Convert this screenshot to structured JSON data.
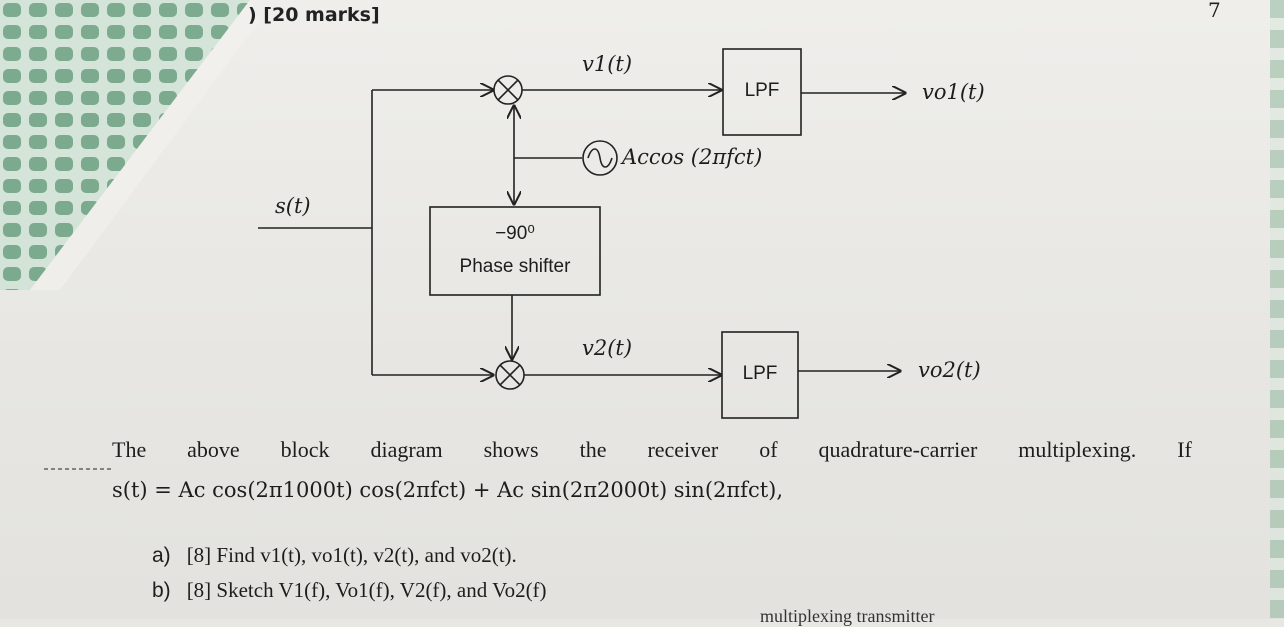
{
  "header": {
    "marks": ") [20 marks]",
    "page_number": "7"
  },
  "diagram": {
    "input_label": "s(t)",
    "v1_label": "v1(t)",
    "v2_label": "v2(t)",
    "lpf_top_label": "LPF",
    "lpf_bottom_label": "LPF",
    "out1_label": "vo1(t)",
    "out2_label": "vo2(t)",
    "oscillator_label": "Accos (2πfct)",
    "phase_shifter_angle": "−90⁰",
    "phase_shifter_label": "Phase shifter"
  },
  "problem": {
    "statement_words": [
      "The",
      "above",
      "block",
      "diagram",
      "shows",
      "the",
      "receiver",
      "of",
      "quadrature-carrier",
      "multiplexing.",
      "If"
    ],
    "signal_equation": "s(t) = Ac cos(2π1000t) cos(2πfct) + Ac sin(2π2000t) sin(2πfct),",
    "part_a_label": "a)",
    "part_a_text": "[8] Find v1(t), vo1(t), v2(t), and vo2(t).",
    "part_b_label": "b)",
    "part_b_text": "[8] Sketch V1(f), Vo1(f), V2(f), and Vo2(f)",
    "cutoff_text": "multiplexing transmitter"
  }
}
